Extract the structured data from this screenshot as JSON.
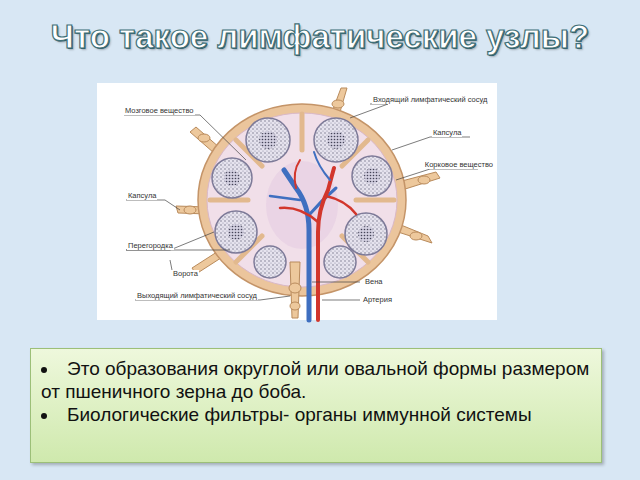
{
  "diagram": {
    "title": "Что такое лимфатические узлы?",
    "nodes": [
      {
        "text": [
          "Это образования округлой или овальной формы размером от пшеничного зерна до боба.",
          "Биологические фильтры- органы иммунной системы"
        ]
      }
    ],
    "labels": [
      "Мозговое вещество",
      "Входящий лимфатический сосуд",
      "Капсула",
      "Корковое вещество",
      "Капсула",
      "Перегородка",
      "Ворота",
      "Выходящий лимфатический сосуд",
      "Вена",
      "Артерия"
    ]
  }
}
